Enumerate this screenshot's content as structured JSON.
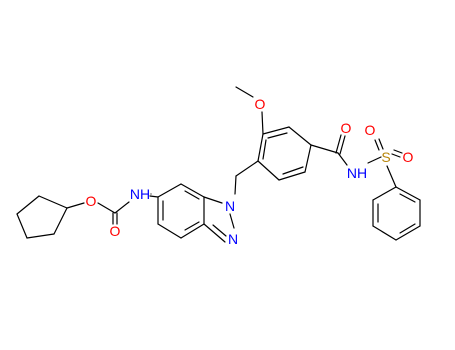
{
  "molecule": {
    "colors": {
      "bond": "#000000",
      "oxygen": "#ff0000",
      "nitrogen": "#0000ff",
      "sulfur": "#b8860b",
      "background": "#ffffff"
    },
    "labels": {
      "ester_o": "O",
      "carbonyl_o_carbamate": "O",
      "carbamate_nh": "NH",
      "indazole_n1": "N",
      "indazole_n2": "N",
      "methoxy_o": "O",
      "amide_o": "O",
      "sulfonamide_nh": "NH",
      "sulfur": "S",
      "sulfonyl_o_left": "O",
      "sulfonyl_o_right": "O"
    }
  }
}
